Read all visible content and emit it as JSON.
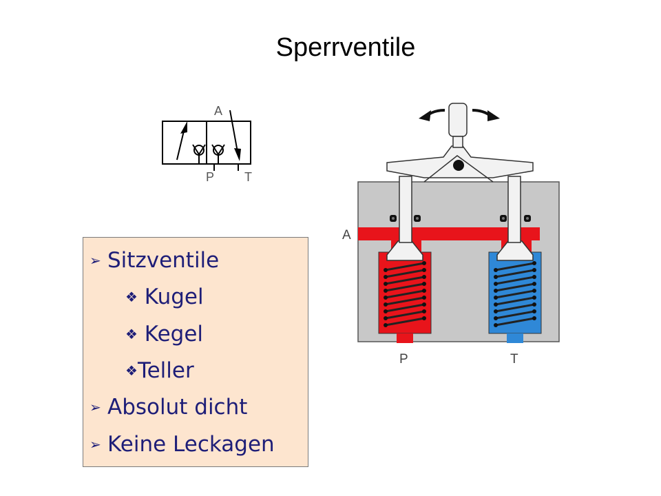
{
  "slide": {
    "title": "Sperrventile"
  },
  "bullets": [
    {
      "marker": "➢",
      "text": "Sitzventile"
    },
    {
      "marker": "❖",
      "text": " Kugel"
    },
    {
      "marker": "❖",
      "text": " Kegel"
    },
    {
      "marker": "❖",
      "text": "Teller"
    },
    {
      "marker": "➢",
      "text": "Absolut dicht"
    },
    {
      "marker": "➢",
      "text": "Keine Leckagen"
    }
  ],
  "symbol": {
    "port_a": "A",
    "port_p": "P",
    "port_t": "T"
  },
  "valve": {
    "port_a": "A",
    "port_p": "P",
    "port_t": "T"
  },
  "colors": {
    "pressure": "#e8141b",
    "tank": "#2f88d7",
    "body": "#c8c8c8",
    "box_bg": "#fde5cf",
    "text_blue": "#1e1e78"
  }
}
